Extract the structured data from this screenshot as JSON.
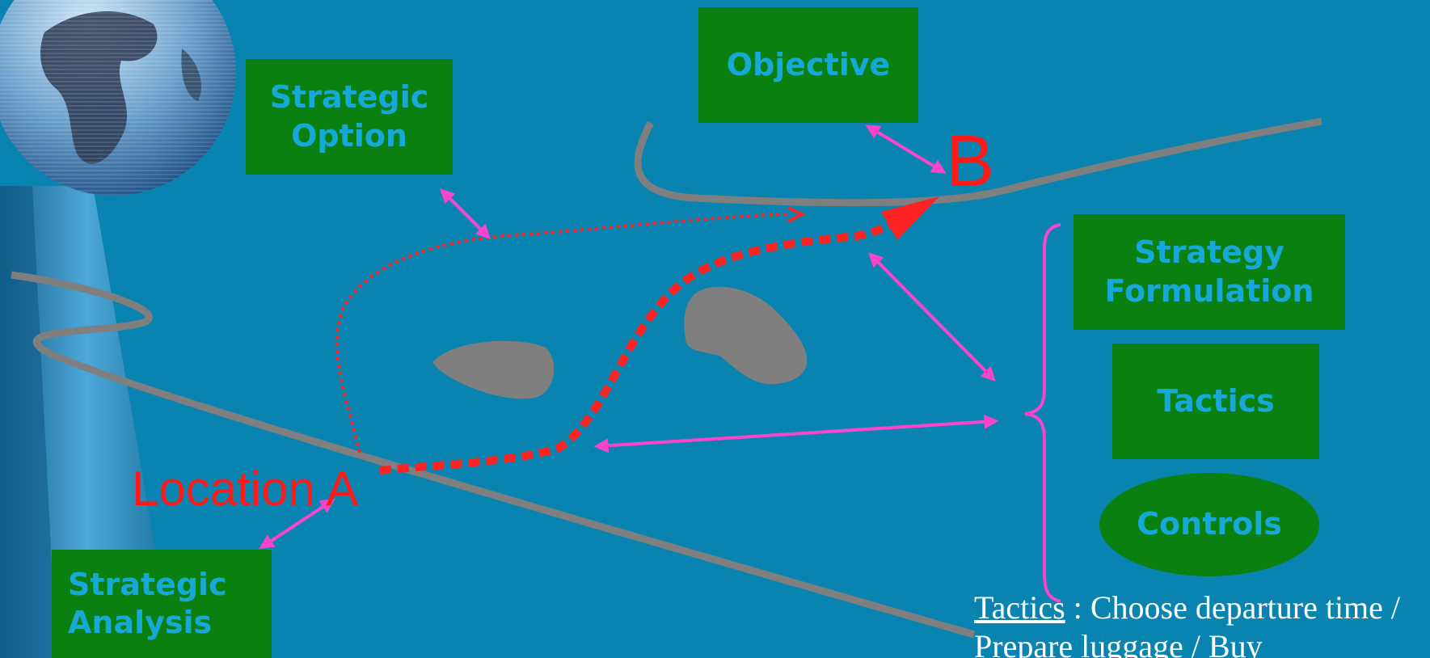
{
  "diagram": {
    "boxes": {
      "objective": "Objective",
      "strategic_option": "Strategic\nOption",
      "strategy_formulation": "Strategy\nFormulation",
      "tactics": "Tactics",
      "controls": "Controls",
      "strategic_analysis": "Strategic\nAnalysis"
    },
    "labels": {
      "location_a": "Location A",
      "point_b": "B"
    },
    "caption": {
      "term": "Tactics",
      "text": " : Choose departure time / Prepare  luggage / Buy"
    },
    "colors": {
      "background": "#0984b0",
      "box_fill": "#0a8010",
      "box_text": "#16a8d6",
      "route": "#ff1a1a",
      "connector": "#ff44cc",
      "road": "#7f7f7f"
    }
  }
}
